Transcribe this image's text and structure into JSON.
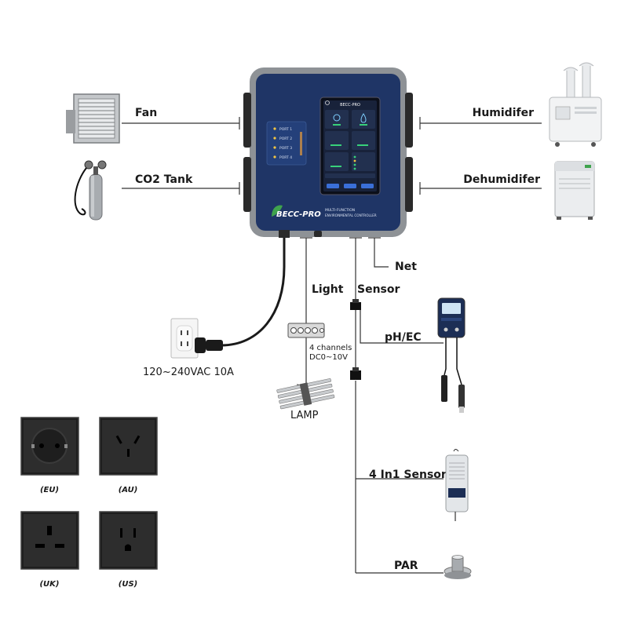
{
  "labels": {
    "fan": "Fan",
    "co2": "CO2 Tank",
    "humidifier": "Humidifer",
    "dehumidifier": "Dehumidifer",
    "net": "Net",
    "light": "Light",
    "sensor": "Sensor",
    "ph_ec": "pH/EC",
    "lamp": "LAMP",
    "channels": "4 channels",
    "dc": "DC0~10V",
    "power": "120~240VAC  10A",
    "four_in_one": "4 In1 Sensor",
    "par": "PAR"
  },
  "controller": {
    "brand": "BECC-PRO",
    "subtitle_1": "MULTI-FUNCTION",
    "subtitle_2": "ENVIRONMENTAL CONTROLLER",
    "screen_title": "BECC-PRO",
    "ports": [
      "PORT 1",
      "PORT 2",
      "PORT 3",
      "PORT 4"
    ]
  },
  "plugs": {
    "eu": "(EU)",
    "au": "(AU)",
    "uk": "(UK)",
    "us": "(US)"
  },
  "colors": {
    "controller_body": "#1f3566",
    "controller_frame": "#8e9296",
    "accent_green": "#3fa34d"
  }
}
